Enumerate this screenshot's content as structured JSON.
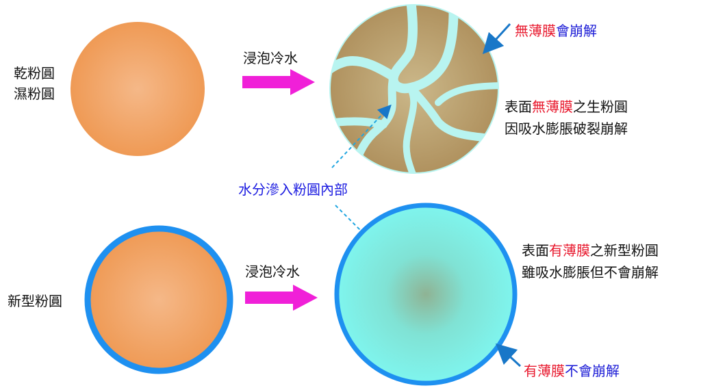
{
  "top_left_label": {
    "line1": "乾粉圓",
    "line2": "濕粉圓"
  },
  "bottom_left_label": "新型粉圓",
  "arrow_top_label": "浸泡冷水",
  "arrow_bottom_label": "浸泡冷水",
  "top_right_callout": {
    "part1": "無薄膜",
    "part2": "會崩解"
  },
  "top_right_desc": {
    "pre": "表面",
    "highlight": "無薄膜",
    "post": "之生粉圓",
    "line2": "因吸水膨脹破裂崩解"
  },
  "center_label": "水分滲入粉圓內部",
  "bottom_right_desc": {
    "pre": "表面",
    "highlight": "有薄膜",
    "post": "之新型粉圓",
    "line2": "雖吸水膨脹但不會崩解"
  },
  "bottom_right_callout": {
    "part1": "有薄膜",
    "part2": "不會崩解"
  },
  "colors": {
    "ball_orange": "#f0a060",
    "film_blue": "#1e90f0",
    "arrow_magenta": "#f020d8",
    "crack_cyan": "#b8f4f0",
    "broken_ball": "#b89a6a",
    "swollen_ball": "#80f0e0",
    "red": "#e8182d",
    "blue": "#1b1bd6"
  }
}
